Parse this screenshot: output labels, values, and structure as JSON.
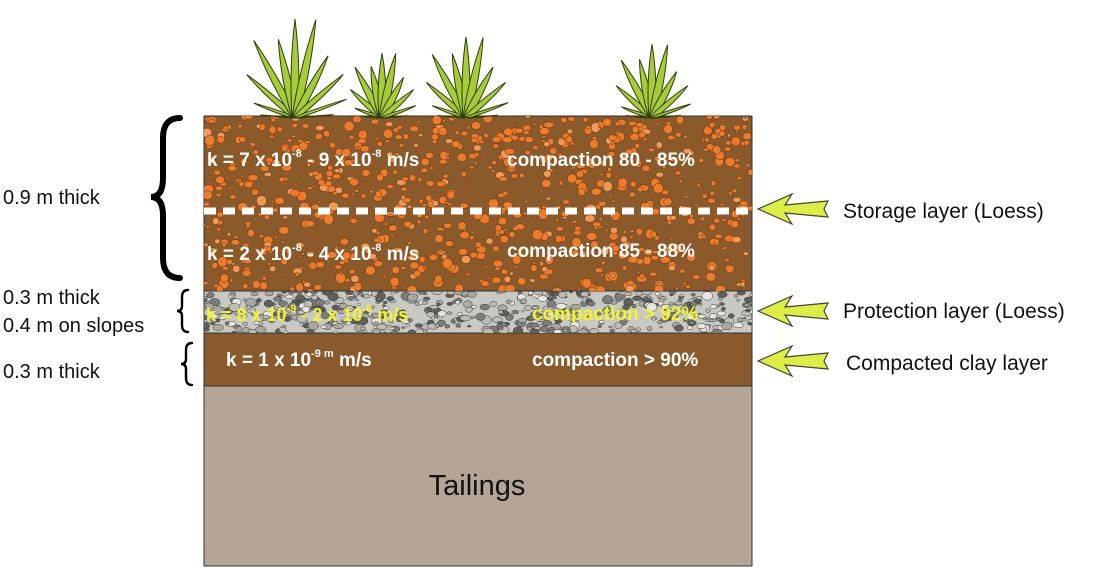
{
  "colors": {
    "storage_soil": "#8b5a2b",
    "gravel_orange": "#ee7a2a",
    "protection_gray": "#c9c9c4",
    "clay": "#8a5a2c",
    "tailings": "#b4a596",
    "plant_green": "#a6cc3a",
    "arrow_fill": "#dcee44",
    "dash": "#ffffff",
    "white_text": "#ffffff",
    "yellow_text": "#f4f42a"
  },
  "storage_upper": {
    "k_prefix": "k = 7 x 10",
    "k_exp1": "-8",
    "k_mid": " - 9 x 10",
    "k_exp2": "-8",
    "k_suffix": " m/s",
    "compaction": "compaction 80 - 85%"
  },
  "storage_lower": {
    "k_prefix": "k = 2 x 10",
    "k_exp1": "-8",
    "k_mid": " - 4 x 10",
    "k_exp2": "-8",
    "k_suffix": " m/s",
    "compaction": "compaction 85 - 88%"
  },
  "protection": {
    "k_prefix": "k = 8 x 10",
    "k_exp1": "-9",
    "k_mid": " - 2 x 10",
    "k_exp2": "-8",
    "k_suffix": " m/s",
    "compaction": "compaction > 92%"
  },
  "clay": {
    "k_prefix": "k = 1 x 10",
    "k_exp": "-9 m",
    "k_suffix": " m/s",
    "compaction": "compaction > 90%"
  },
  "tailings_label": "Tailings",
  "thickness": {
    "storage": "0.9 m thick",
    "protection_line1": "0.3 m thick",
    "protection_line2": "0.4 m on slopes",
    "clay": "0.3 m thick"
  },
  "right_labels": {
    "storage": "Storage layer (Loess)",
    "protection": "Protection layer (Loess)",
    "clay": "Compacted clay layer"
  },
  "icons": [
    "plant-icon",
    "arrow-icon",
    "curly-brace-icon"
  ]
}
